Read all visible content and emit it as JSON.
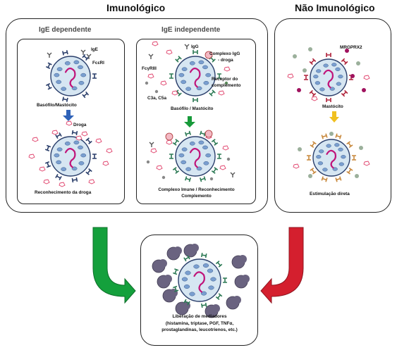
{
  "headers": {
    "immunologic": "Imunológico",
    "non_immunologic": "Não Imunológico"
  },
  "panels": {
    "ige_dependent": {
      "title": "IgE dependente",
      "ige": "IgE",
      "fceri": "FcεRI",
      "cell": "Basófilo/Mastócito",
      "drug": "Droga",
      "result": "Reconhecimento da droga"
    },
    "ige_independent": {
      "title": "IgE independente",
      "igg": "IgG",
      "complex": "Complexo IgG",
      "complex2": "- droga",
      "fcgr": "FcγRIII",
      "receptor": "Receptor do",
      "receptor2": "complemento",
      "c3a": "C3a, C5a",
      "cell": "Basófilo / Mastócito",
      "result1": "Complexo Imune / Reconhecimento",
      "result2": "Complemento"
    },
    "non_immunologic": {
      "receptor": "MRGPRX2",
      "cell": "Mastócito",
      "result": "Estimulação direta"
    }
  },
  "bottom": {
    "title": "Liberação de mediadores",
    "line1": "(histamina, triptase, PGF, TNFα,",
    "line2": "prostaglandinas, leucotrienos, etc.)"
  },
  "colors": {
    "cell_fill": "#d6e6f2",
    "cell_stroke": "#2b3f6b",
    "granule": "#7a9fd0",
    "nucleus": "#c0147a",
    "drug": "#e0406a",
    "down_arrow_blue": "#2f62b8",
    "down_arrow_green": "#179a3a",
    "down_arrow_yellow": "#f0c020",
    "big_arrow_green": "#14a03c",
    "big_arrow_red": "#d41f2e",
    "cloud": "#6a6380"
  }
}
